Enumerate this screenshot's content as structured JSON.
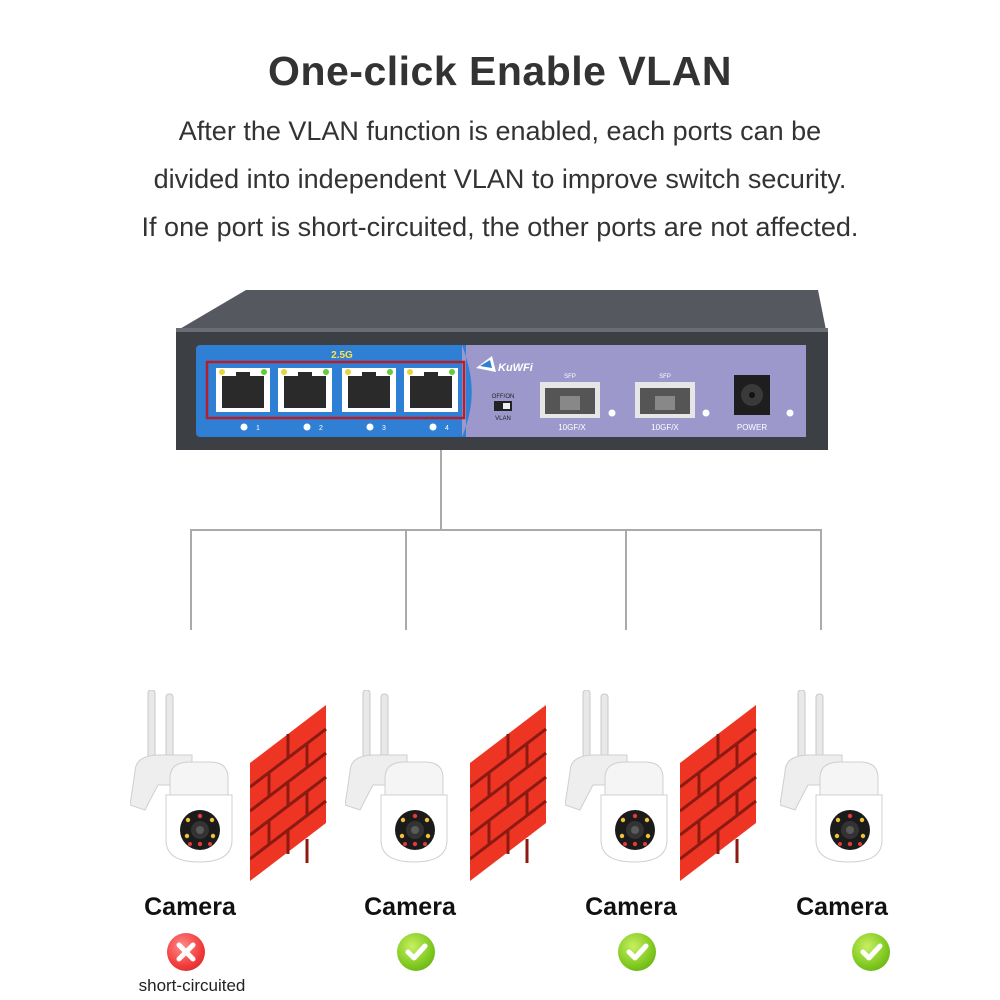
{
  "header": {
    "title": "One-click Enable VLAN",
    "lines": [
      "After the VLAN function is enabled, each ports can be",
      "divided into independent VLAN to improve switch security.",
      "If one port is short-circuited, the other ports are not affected."
    ]
  },
  "switch": {
    "brand": "KuWFi",
    "speed_label": "2.5G",
    "port_numbers": [
      "1",
      "2",
      "3",
      "4"
    ],
    "vlan_switch_top": "OFF/ON",
    "vlan_switch_bottom": "VLAN",
    "sfp_top": "SFP",
    "sfp_labels": [
      "10GF/X",
      "10GF/X"
    ],
    "power_label": "POWER",
    "colors": {
      "body": "#3c3f44",
      "blue_panel": "#2f7fd4",
      "purple_panel": "#9d98cc",
      "port_outline": "#b3202c"
    }
  },
  "cameras": [
    {
      "label": "Camera",
      "status": "error",
      "note": "short-circuited"
    },
    {
      "label": "Camera",
      "status": "ok"
    },
    {
      "label": "Camera",
      "status": "ok"
    },
    {
      "label": "Camera",
      "status": "ok"
    }
  ],
  "colors": {
    "ok": "#7dc71e",
    "error": "#f03a3a",
    "brick": "#ee3524",
    "wire": "#aaaaaa"
  }
}
